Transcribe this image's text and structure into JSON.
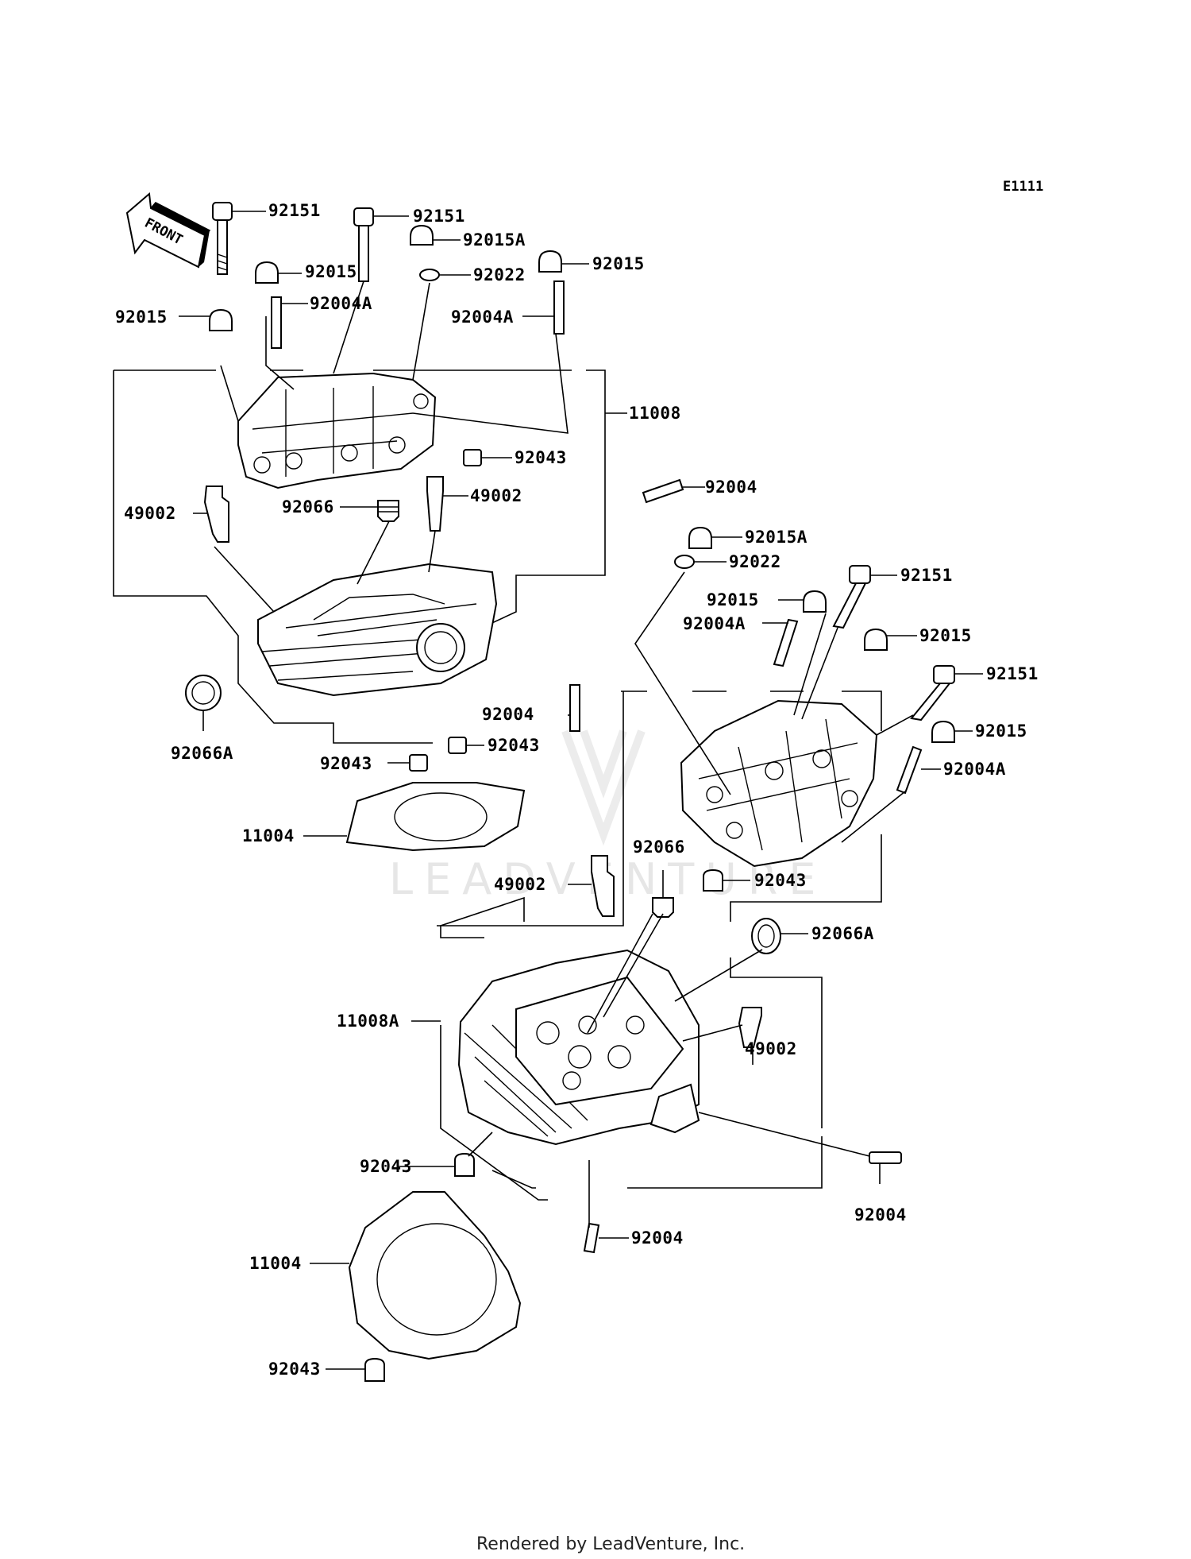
{
  "diagram_code": "E1111",
  "front_label": "FRONT",
  "watermark": "LEADVENTURE",
  "footer": "Rendered by LeadVenture, Inc.",
  "labels": {
    "l01": "92151",
    "l02": "92151",
    "l03": "92015A",
    "l04": "92015",
    "l05": "92022",
    "l06": "92015",
    "l07": "92004A",
    "l08": "92015",
    "l09": "92004A",
    "l10": "11008",
    "l11": "92043",
    "l12": "49002",
    "l13": "92066",
    "l14": "49002",
    "l15": "92004",
    "l16": "92015A",
    "l17": "92022",
    "l18": "92151",
    "l19": "92015",
    "l20": "92004A",
    "l21": "92015",
    "l22": "92151",
    "l23": "92015",
    "l24": "92004A",
    "l25": "92066A",
    "l26": "92004",
    "l27": "92043",
    "l28": "92043",
    "l29": "11004",
    "l30": "92066",
    "l31": "49002",
    "l32": "92043",
    "l33": "92066A",
    "l34": "11008A",
    "l35": "49002",
    "l36": "92004",
    "l37": "92043",
    "l38": "92004",
    "l39": "11004",
    "l40": "92043"
  }
}
